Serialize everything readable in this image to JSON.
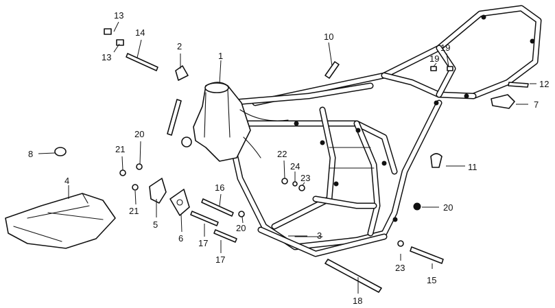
{
  "diagram": {
    "callouts": [
      {
        "id": "c1",
        "label": "1"
      },
      {
        "id": "c2",
        "label": "2"
      },
      {
        "id": "c3",
        "label": "3"
      },
      {
        "id": "c4",
        "label": "4"
      },
      {
        "id": "c5",
        "label": "5"
      },
      {
        "id": "c6",
        "label": "6"
      },
      {
        "id": "c7",
        "label": "7"
      },
      {
        "id": "c8",
        "label": "8"
      },
      {
        "id": "c10",
        "label": "10"
      },
      {
        "id": "c11",
        "label": "11"
      },
      {
        "id": "c12",
        "label": "12"
      },
      {
        "id": "c13a",
        "label": "13"
      },
      {
        "id": "c13b",
        "label": "13"
      },
      {
        "id": "c14",
        "label": "14"
      },
      {
        "id": "c15",
        "label": "15"
      },
      {
        "id": "c16",
        "label": "16"
      },
      {
        "id": "c17a",
        "label": "17"
      },
      {
        "id": "c17b",
        "label": "17"
      },
      {
        "id": "c18",
        "label": "18"
      },
      {
        "id": "c19a",
        "label": "19"
      },
      {
        "id": "c19b",
        "label": "19"
      },
      {
        "id": "c20a",
        "label": "20"
      },
      {
        "id": "c20b",
        "label": "20"
      },
      {
        "id": "c20c",
        "label": "20"
      },
      {
        "id": "c21a",
        "label": "21"
      },
      {
        "id": "c21b",
        "label": "21"
      },
      {
        "id": "c22",
        "label": "22"
      },
      {
        "id": "c23a",
        "label": "23"
      },
      {
        "id": "c23b",
        "label": "23"
      },
      {
        "id": "c24",
        "label": "24"
      }
    ]
  }
}
